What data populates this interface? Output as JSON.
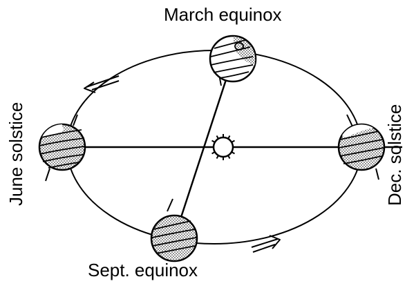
{
  "labels": {
    "march": "March equinox",
    "sept": "Sept. equinox",
    "june": "June solstice",
    "dec": "Dec. solstice"
  },
  "colors": {
    "ink": "#000000",
    "paper": "#ffffff"
  }
}
